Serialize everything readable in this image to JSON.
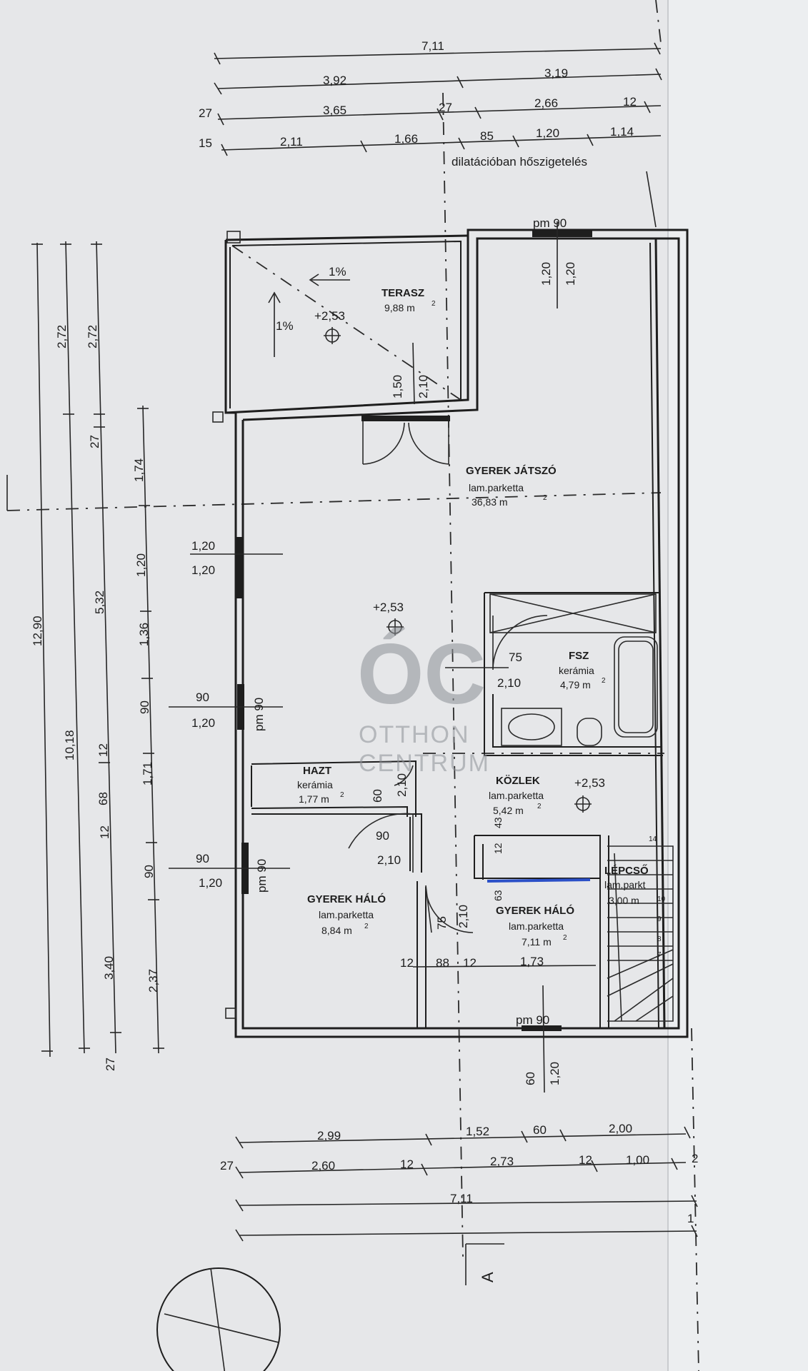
{
  "top_dims": {
    "r1": [
      "7,11"
    ],
    "r2": [
      "3,92",
      "3,19"
    ],
    "r3": [
      "27",
      "3,65",
      "27",
      "2,66",
      "12"
    ],
    "r4": [
      "15",
      "2,11",
      "1,66",
      "85",
      "1,20",
      "1,14"
    ]
  },
  "note": "dilatációban hőszigetelés",
  "left_dims": {
    "c1": [
      "12,90"
    ],
    "c2": [
      "2,72",
      "10,18"
    ],
    "c3": [
      "2,72",
      "27",
      "5,32",
      "12",
      "68",
      "12",
      "3,40",
      "27"
    ],
    "c4": [
      "1,74",
      "1,20",
      "1,36",
      "90",
      "1,71",
      "90",
      "2,37"
    ]
  },
  "openings": {
    "top_window": "pm 90",
    "top_win_h1": "1,20",
    "top_win_h2": "1,20",
    "terr_door_h1": "1,50",
    "terr_door_h2": "2,10",
    "win1_a": "1,20",
    "win1_b": "1,20",
    "win2_a": "90",
    "win2_b": "1,20",
    "win2_pm": "pm 90",
    "win3_a": "90",
    "win3_b": "1,20",
    "win3_pm": "pm 90",
    "bottom_window": "pm 90",
    "bottom_win_h1": "60",
    "bottom_win_h2": "1,20",
    "fsz_door_w": "75",
    "fsz_door_h": "2,10",
    "hazt_door_w": "60",
    "hazt_door_h": "2,10",
    "hall_door_w": "90",
    "hall_door_h": "2,10",
    "bed2_door_w": "75",
    "bed2_door_h": "2,10",
    "stair_dim_43": "43",
    "stair_dim_12": "12",
    "stair_dim_63": "63",
    "bed_w_dims": [
      "12",
      "88",
      "12",
      "1,73"
    ]
  },
  "rooms": {
    "terasz": {
      "name": "TERASZ",
      "area": "9,88 m",
      "level": "+2,53",
      "slope1": "1%",
      "slope2": "1%"
    },
    "jatszo": {
      "name": "GYEREK JÁTSZÓ",
      "floor": "lam.parketta",
      "area": "36,83 m",
      "level": "+2,53"
    },
    "fsz": {
      "name": "FSZ",
      "floor": "kerámia",
      "area": "4,79 m"
    },
    "hazt": {
      "name": "HAZT",
      "floor": "kerámia",
      "area": "1,77 m"
    },
    "kozlek": {
      "name": "KÖZLEK",
      "floor": "lam.parketta",
      "area": "5,42 m",
      "level": "+2,53"
    },
    "halo1": {
      "name": "GYEREK HÁLÓ",
      "floor": "lam.parketta",
      "area": "8,84 m"
    },
    "halo2": {
      "name": "GYEREK HÁLÓ",
      "floor": "lam.parketta",
      "area": "7,11 m"
    },
    "lepcso": {
      "name": "LÉPCSŐ",
      "floor": "lam.parkt",
      "area": "3,00 m",
      "steps": [
        "14",
        "10",
        "9",
        "8",
        "7"
      ]
    }
  },
  "squared": "2",
  "bottom_dims": {
    "r1": [
      "2,99",
      "1,52",
      "60",
      "2,00"
    ],
    "r2": [
      "27",
      "2,60",
      "12",
      "2,73",
      "12",
      "1,00",
      "2"
    ],
    "r3": [
      "7,11"
    ],
    "r4": [
      "1"
    ]
  },
  "section_mark": "A",
  "watermark": {
    "logo": "ÓC",
    "line1": "OTTHON",
    "line2": "CENTRUM"
  },
  "colors": {
    "paper": "#e6e7e9",
    "ink": "#1e1e1e",
    "marker": "#2b50c8",
    "watermark": "#8d9096"
  }
}
